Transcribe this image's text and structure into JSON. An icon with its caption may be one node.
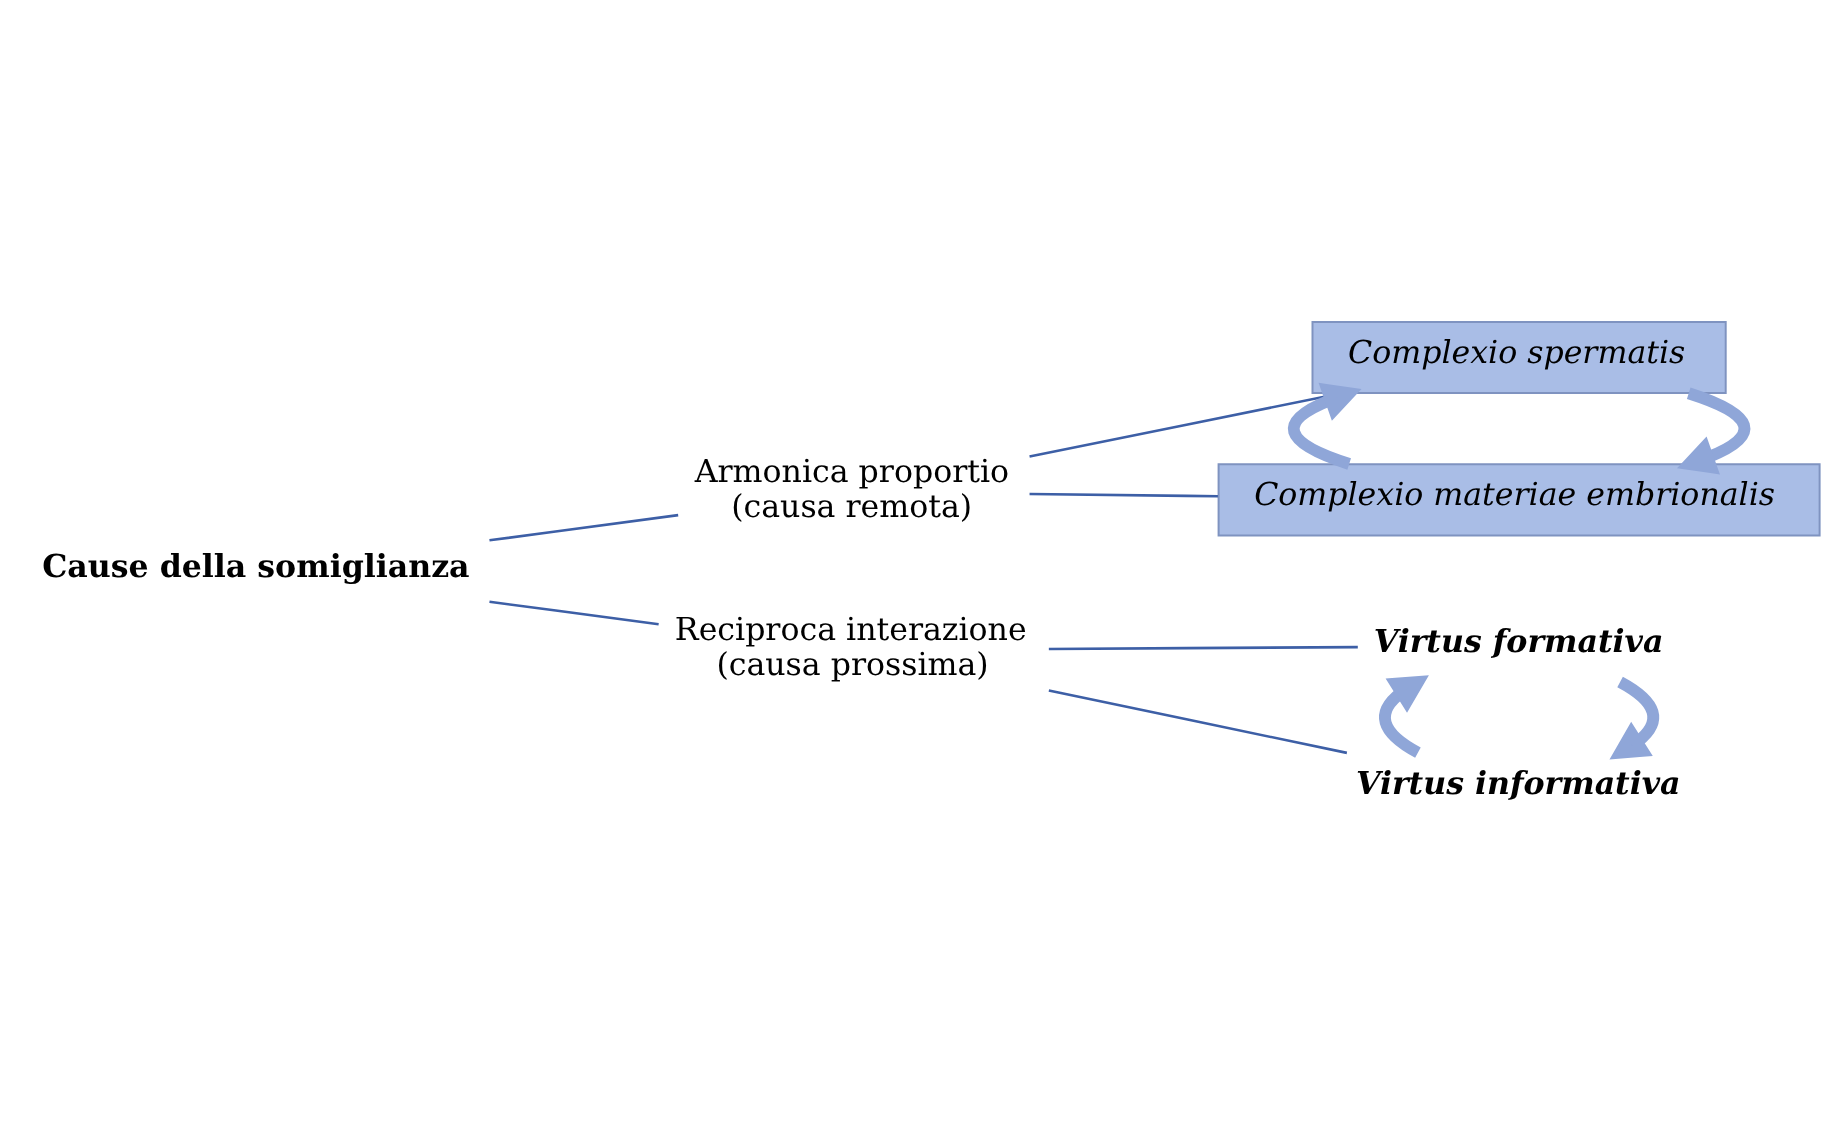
{
  "diagram": {
    "nodes": [
      {
        "text": [
          "Cause della somiglianza"
        ]
      },
      {
        "text": [
          "Armonica proportio",
          "(causa remota)"
        ]
      },
      {
        "text": [
          "Reciproca interazione",
          "(causa prossima)"
        ]
      },
      {
        "text": [
          "Complexio spermatis"
        ]
      },
      {
        "text": [
          "Complexio materiae embrionalis"
        ]
      },
      {
        "text": [
          "Virtus formativa"
        ]
      },
      {
        "text": [
          "Virtus informativa"
        ]
      }
    ],
    "edges": [
      {
        "from": 0,
        "to": 1,
        "arrow": "none"
      },
      {
        "from": 0,
        "to": 2,
        "arrow": "none"
      },
      {
        "from": 1,
        "to": 3,
        "arrow": "none"
      },
      {
        "from": 1,
        "to": 4,
        "arrow": "none"
      },
      {
        "from": 3,
        "to": 4,
        "arrow": "to",
        "style": "thick",
        "color": "#8fa6d8"
      },
      {
        "from": 4,
        "to": 3,
        "arrow": "to",
        "style": "thick",
        "color": "#8fa6d8"
      },
      {
        "from": 2,
        "to": 5,
        "arrow": "none"
      },
      {
        "from": 2,
        "to": 6,
        "arrow": "none"
      },
      {
        "from": 5,
        "to": 6,
        "arrow": "to",
        "style": "thick",
        "color": "#8fa6d8"
      },
      {
        "from": 6,
        "to": 5,
        "arrow": "to",
        "style": "thick",
        "color": "#8fa6d8"
      }
    ]
  }
}
